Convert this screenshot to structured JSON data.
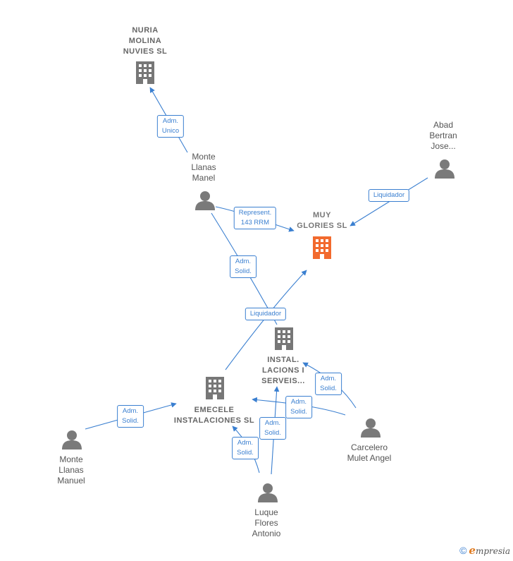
{
  "colors": {
    "edge": "#3a7fd0",
    "company": "#777777",
    "focus_company": "#f26a2e",
    "person": "#7a7a7a"
  },
  "nodes": {
    "nuria": {
      "label": "NURIA\nMOLINA\nNUVIES  SL",
      "icon": "building-icon"
    },
    "muy": {
      "label": "MUY\nGLORIES  SL",
      "icon": "building-icon"
    },
    "instal": {
      "label": "INSTAL.\nLACIONS I\nSERVEIS...",
      "icon": "building-icon"
    },
    "emecele": {
      "label": "EMECELE\nINSTALACIONES SL",
      "icon": "building-icon"
    },
    "abad": {
      "label": "Abad\nBertran\nJose...",
      "icon": "person-icon"
    },
    "monte_manel": {
      "label": "Monte\nLlanas\nManel",
      "icon": "person-icon"
    },
    "monte_manuel": {
      "label": "Monte\nLlanas\nManuel",
      "icon": "person-icon"
    },
    "carcelero": {
      "label": "Carcelero\nMulet Angel",
      "icon": "person-icon"
    },
    "luque": {
      "label": "Luque\nFlores\nAntonio",
      "icon": "person-icon"
    }
  },
  "edges": {
    "e1": "Adm.\nUnico",
    "e2": "Represent.\n143 RRM",
    "e3": "Liquidador",
    "e4": "Adm.\nSolid.",
    "e5": "Liquidador",
    "e6": "Adm.\nSolid.",
    "e7": "Adm.\nSolid.",
    "e8": "Adm.\nSolid.",
    "e9": "Adm.\nSolid.",
    "e10": "Adm.\nSolid."
  },
  "footer": {
    "copyright_symbol": "©",
    "brand_first": "e",
    "brand_rest": "mpresia"
  }
}
